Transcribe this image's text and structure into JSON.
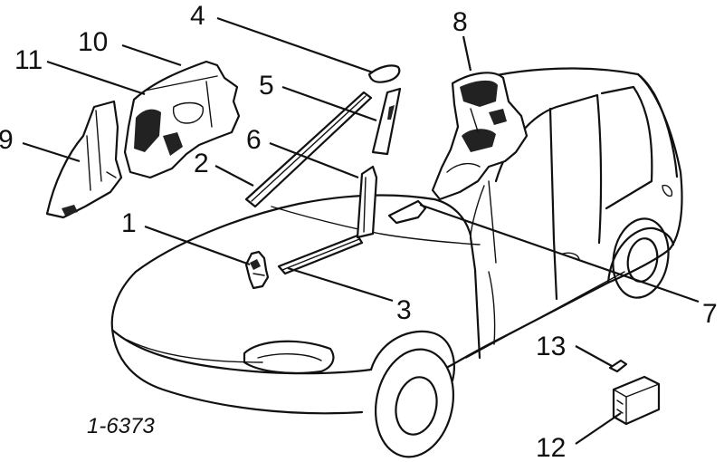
{
  "diagram": {
    "part_labels": [
      "1",
      "2",
      "3",
      "4",
      "5",
      "6",
      "7",
      "8",
      "9",
      "10",
      "11",
      "12",
      "13"
    ],
    "drawing_code": "1-6373",
    "colors": {
      "ink": "#111111",
      "paper": "#ffffff"
    }
  }
}
